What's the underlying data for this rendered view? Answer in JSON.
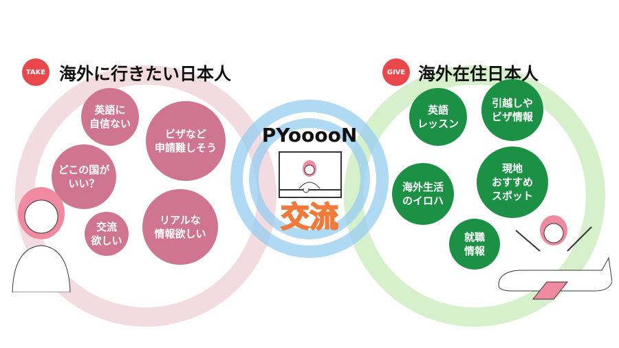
{
  "left": {
    "badge": "TAKE",
    "title": "海外に行きたい日本人",
    "bubbles": [
      "英語に\n自信ない",
      "ビザなど\n申請難しそう",
      "どこの国が\nいい？",
      "交流\n欲しい",
      "リアルな\n情報欲しい"
    ]
  },
  "right": {
    "badge": "GIVE",
    "title": "海外在住日本人",
    "bubbles": [
      "英語\nレッスン",
      "引越しや\nビザ情報",
      "海外生活\nのイロハ",
      "現地\nおすすめ\nスポット",
      "就職\n情報"
    ]
  },
  "center": {
    "brand": "PYooooN",
    "label": "交流"
  },
  "colors": {
    "pink": "#d07590",
    "green": "#1c9146",
    "blue": "#a9d6f3",
    "badge": "#e8474b"
  }
}
